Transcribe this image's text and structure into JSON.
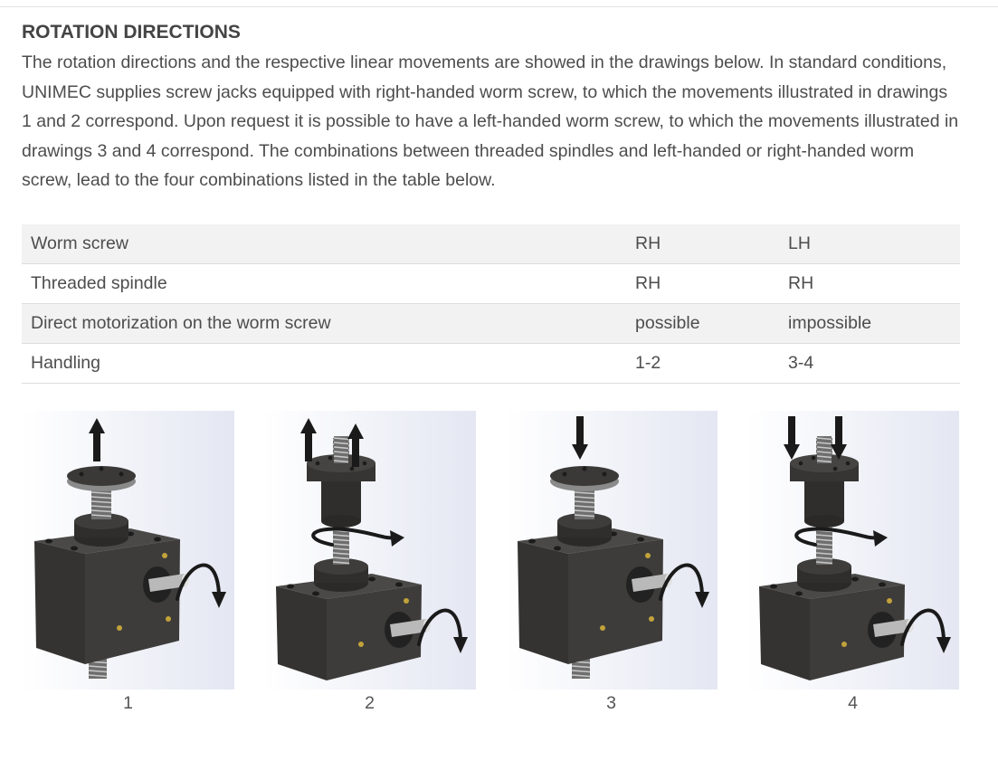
{
  "section": {
    "title": "ROTATION DIRECTIONS",
    "paragraph": "The rotation directions and the respective linear movements are showed in the drawings below. In standard conditions, UNIMEC supplies screw jacks equipped with right-handed worm screw, to which the movements illustrated in drawings 1 and 2 correspond. Upon request it is possible to have a left-handed worm screw, to which the movements illustrated in drawings 3 and 4 correspond. The combinations between threaded spindles and left-handed or right-handed worm screw, lead to the four combinations listed in the table below."
  },
  "table": {
    "rows": [
      {
        "label": "Worm screw",
        "col_a": "RH",
        "col_b": "LH"
      },
      {
        "label": "Threaded spindle",
        "col_a": "RH",
        "col_b": "RH"
      },
      {
        "label": "Direct motorization on the worm screw",
        "col_a": "possible",
        "col_b": "impossible"
      },
      {
        "label": "Handling",
        "col_a": "1-2",
        "col_b": "3-4"
      }
    ]
  },
  "figures": [
    {
      "caption": "1",
      "variant": "spindle-through",
      "arrows": "up",
      "arrow_count": 1,
      "spindle_arrow": false
    },
    {
      "caption": "2",
      "variant": "rotating-nut",
      "arrows": "up",
      "arrow_count": 2,
      "spindle_arrow": true
    },
    {
      "caption": "3",
      "variant": "spindle-through",
      "arrows": "down",
      "arrow_count": 1,
      "spindle_arrow": false
    },
    {
      "caption": "4",
      "variant": "rotating-nut",
      "arrows": "down",
      "arrow_count": 2,
      "spindle_arrow": true
    }
  ],
  "colors": {
    "body": "#3d3c3a",
    "background_gradient": "#e4e7f2",
    "arrow": "#1a1a1a"
  }
}
